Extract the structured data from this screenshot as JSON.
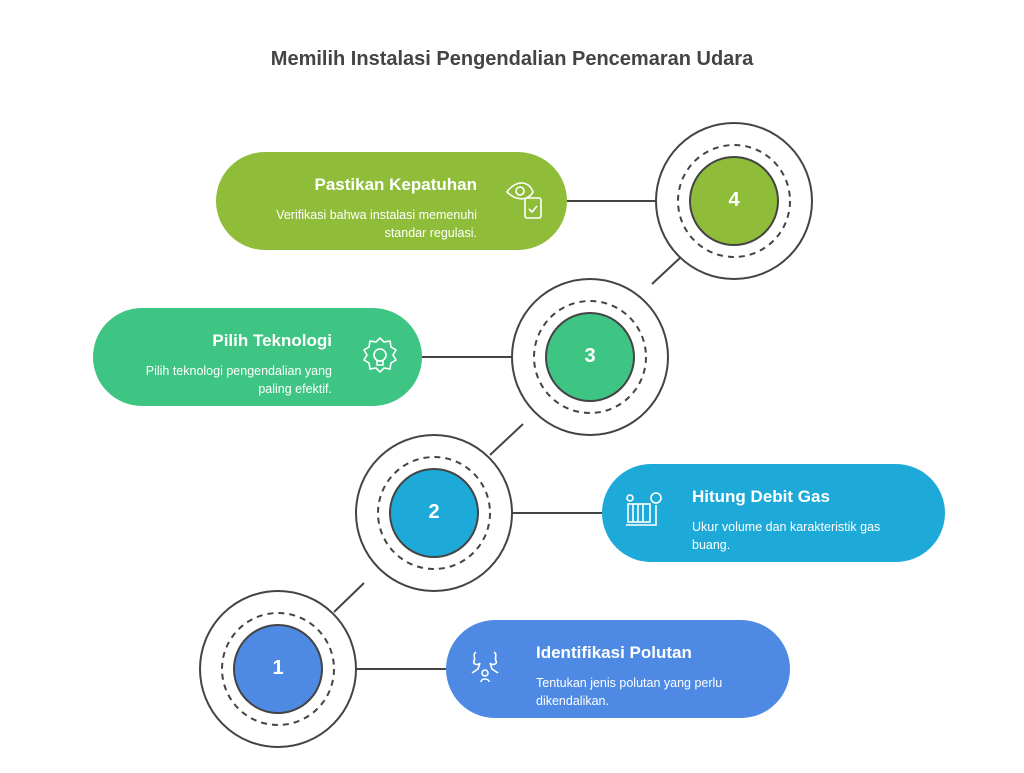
{
  "title": "Memilih Instalasi Pengendalian Pencemaran Udara",
  "steps": [
    {
      "number": "1",
      "title": "Identifikasi Polutan",
      "description": "Tentukan jenis polutan yang perlu dikendalikan.",
      "color": "#4e8ae4",
      "icon": "trees-person-icon"
    },
    {
      "number": "2",
      "title": "Hitung Debit Gas",
      "description": "Ukur volume dan karakteristik gas buang.",
      "color": "#1eaad9",
      "icon": "gas-meter-icon"
    },
    {
      "number": "3",
      "title": "Pilih Teknologi",
      "description": "Pilih teknologi pengendalian yang paling efektif.",
      "color": "#3ec483",
      "icon": "gear-lightbulb-icon"
    },
    {
      "number": "4",
      "title": "Pastikan Kepatuhan",
      "description": "Verifikasi bahwa instalasi memenuhi standar regulasi.",
      "color": "#8fbd3a",
      "icon": "eye-clipboard-icon"
    }
  ]
}
